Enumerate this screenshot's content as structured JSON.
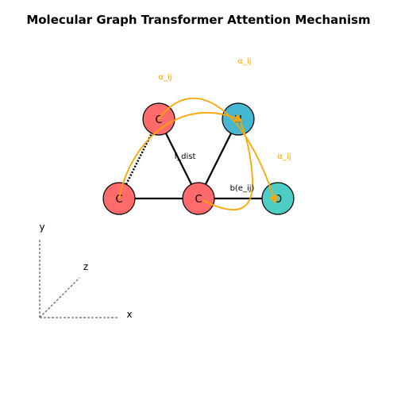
{
  "title": "Molecular Graph Transformer Attention Mechanism",
  "colors": {
    "carbon": "#ff6b6b",
    "nitrogen": "#45b7d1",
    "oxygen": "#4ecdc4",
    "attention": "#ffa500",
    "bond": "#000000",
    "axis": "#666666"
  },
  "atoms": [
    {
      "id": "c1",
      "label": "C",
      "element": "carbon"
    },
    {
      "id": "n1",
      "label": "N",
      "element": "nitrogen"
    },
    {
      "id": "c2",
      "label": "C",
      "element": "carbon"
    },
    {
      "id": "c3",
      "label": "C",
      "element": "carbon"
    },
    {
      "id": "o1",
      "label": "O",
      "element": "oxygen"
    }
  ],
  "bonds": [
    {
      "from": "c1",
      "to": "c2",
      "style": "solid"
    },
    {
      "from": "n1",
      "to": "c2",
      "style": "solid"
    },
    {
      "from": "c3",
      "to": "c2",
      "style": "solid"
    },
    {
      "from": "c2",
      "to": "o1",
      "style": "solid"
    },
    {
      "from": "c3",
      "to": "c1",
      "style": "dotted"
    }
  ],
  "edge_labels": {
    "spatial_distance": "f_dist",
    "edge_bias": "b(e_ij)"
  },
  "attention_labels": [
    "α_ij",
    "α_ij",
    "α_ij"
  ],
  "axes": {
    "x": "x",
    "y": "y",
    "z": "z"
  }
}
